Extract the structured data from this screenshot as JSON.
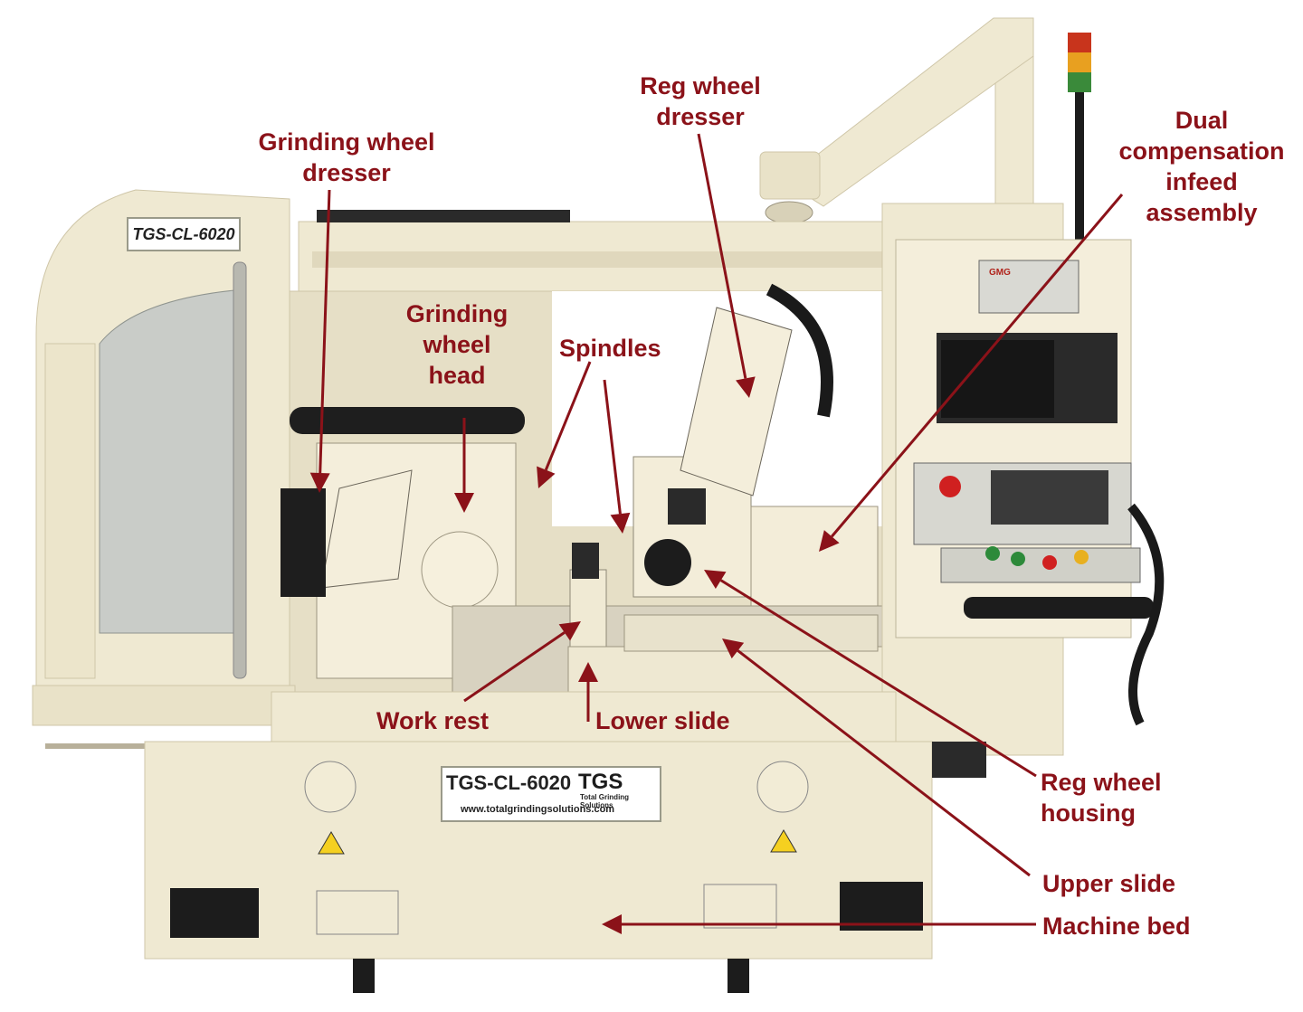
{
  "machine": {
    "model_plate": "TGS-CL-6020",
    "front_plate": {
      "model": "TGS-CL-6020",
      "brand": "TGS",
      "brand_sub": "Total Grinding Solutions",
      "url": "www.totalgrindingsolutions.com"
    },
    "control_panel_logo": "GMG"
  },
  "colors": {
    "label": "#8b1219",
    "arrow": "#8b1219",
    "machine_body": "#f2ecd6",
    "machine_shadow": "#d9d1b6",
    "window": "#c9ccc8",
    "screen": "#1a1a1a"
  },
  "labels": {
    "grinding_wheel_dresser": [
      "Grinding wheel",
      "dresser"
    ],
    "grinding_wheel_head": [
      "Grinding",
      "wheel",
      "head"
    ],
    "spindles": [
      "Spindles"
    ],
    "reg_wheel_dresser": [
      "Reg wheel",
      "dresser"
    ],
    "dual_compensation": [
      "Dual",
      "compensation",
      "infeed",
      "assembly"
    ],
    "work_rest": [
      "Work rest"
    ],
    "lower_slide": [
      "Lower slide"
    ],
    "reg_wheel_housing": [
      "Reg wheel",
      "housing"
    ],
    "upper_slide": [
      "Upper slide"
    ],
    "machine_bed": [
      "Machine bed"
    ]
  }
}
